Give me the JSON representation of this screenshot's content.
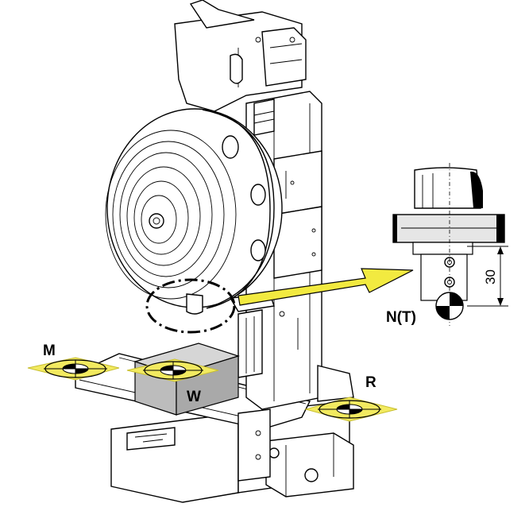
{
  "labels": {
    "machine_zero": "M",
    "workpiece_zero": "W",
    "reference_point": "R",
    "tool_reference": "N(T)",
    "dimension": "30"
  },
  "colors": {
    "marker_fill": "#f2ea60",
    "marker_stroke": "#c8bf30",
    "workpiece_fill": "#bcbcbc",
    "arrow_fill": "#f2ea40",
    "line": "#000000"
  },
  "icons": {
    "marker": "crosshair-target-icon",
    "pointer": "arrow-right-icon"
  }
}
